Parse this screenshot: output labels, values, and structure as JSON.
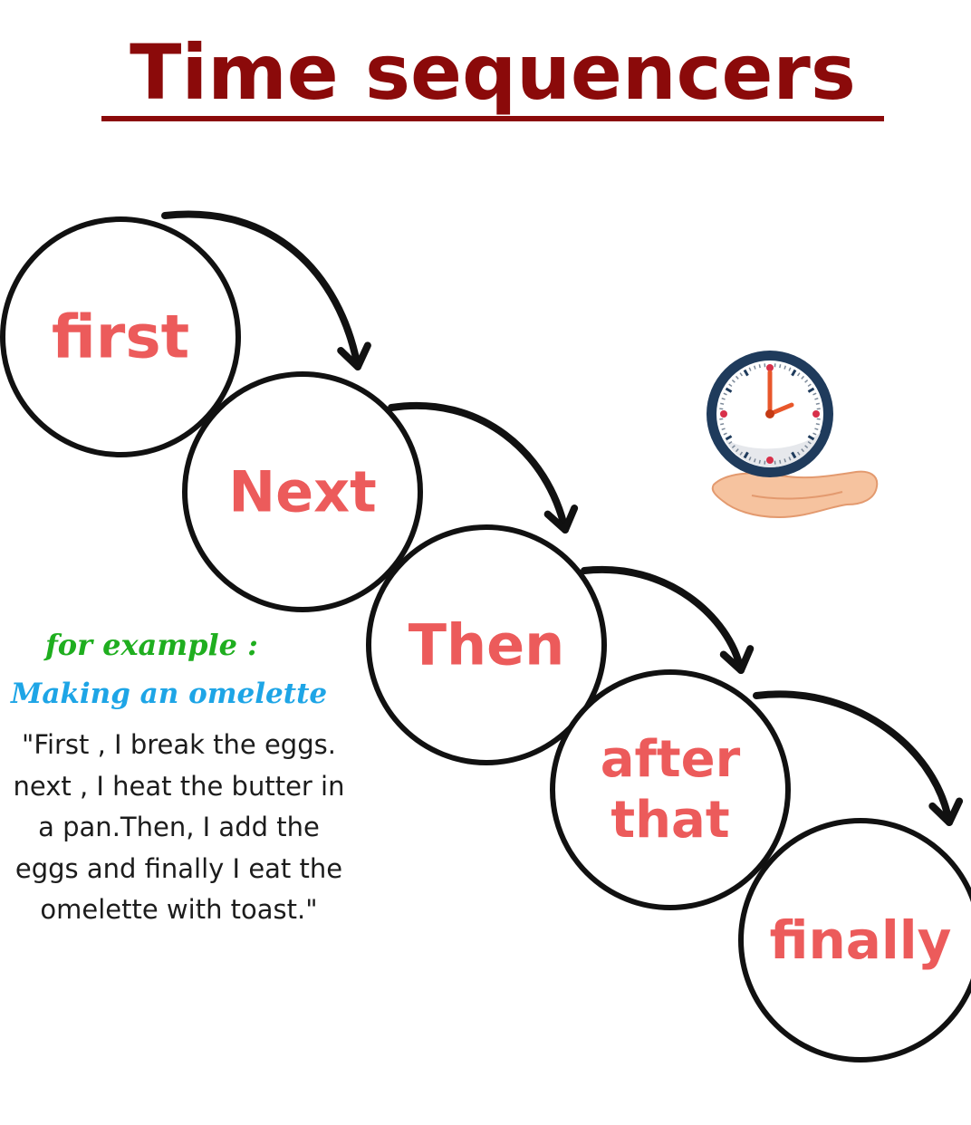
{
  "title": "Time sequencers",
  "colors": {
    "title": "#8b0a0a",
    "step_text": "#ec5b5b",
    "circle_stroke": "#111111",
    "arrow": "#111111",
    "example_heading": "#1fae1f",
    "example_subheading": "#1ea5e6",
    "body_text": "#1c1c1c"
  },
  "sequence": [
    {
      "lines": [
        "first"
      ]
    },
    {
      "lines": [
        "Next"
      ]
    },
    {
      "lines": [
        "Then"
      ]
    },
    {
      "lines": [
        "after",
        "that"
      ]
    },
    {
      "lines": [
        "finally"
      ]
    }
  ],
  "example": {
    "heading": "for example :",
    "subheading": "Making an omelette",
    "lines": [
      "\"First , I break the eggs.",
      "next , I heat the butter in",
      "a pan.Then, I add the",
      "eggs and finally I eat the",
      "omelette with toast.\""
    ]
  },
  "illustration": {
    "icon": "clock-in-hand-icon"
  }
}
